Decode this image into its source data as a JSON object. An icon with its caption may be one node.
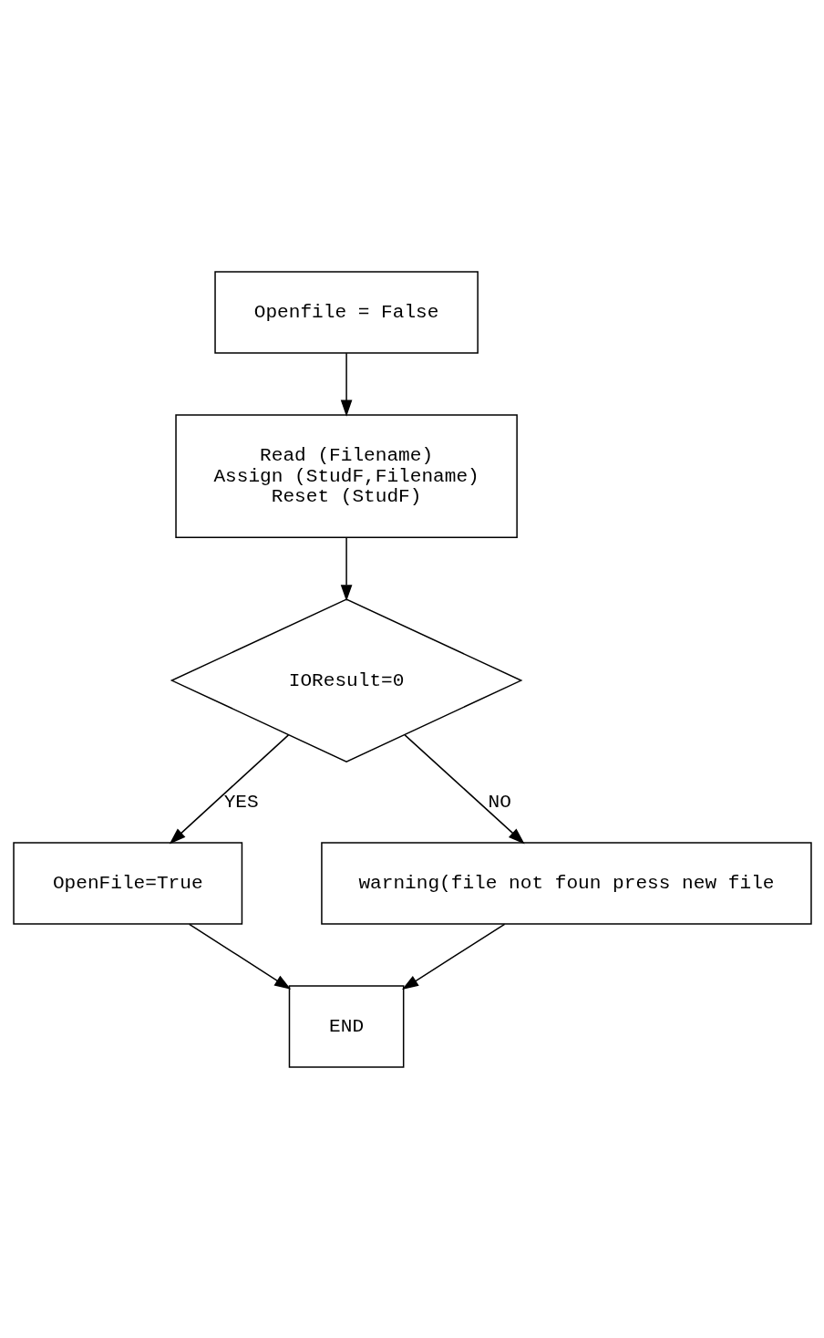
{
  "diagram": {
    "nodes": [
      {
        "text": [
          "Openfile = False"
        ]
      },
      {
        "text": [
          "Read (Filename)",
          "Assign (StudF,Filename)",
          "Reset (StudF)"
        ]
      },
      {
        "text": [
          "IOResult=0"
        ]
      },
      {
        "text": [
          "OpenFile=True"
        ]
      },
      {
        "text": [
          "warning(file not foun press new file"
        ]
      },
      {
        "text": [
          "END"
        ]
      }
    ],
    "edges": [
      {
        "from": 0,
        "to": 1,
        "arrow": "to"
      },
      {
        "from": 1,
        "to": 2,
        "arrow": "to"
      },
      {
        "from": 2,
        "to": 3,
        "arrow": "to",
        "label": "YES"
      },
      {
        "from": 2,
        "to": 4,
        "arrow": "to",
        "label": "NO"
      },
      {
        "from": 4,
        "to": 5,
        "arrow": "to"
      },
      {
        "from": 3,
        "to": 5,
        "arrow": "to"
      }
    ]
  }
}
